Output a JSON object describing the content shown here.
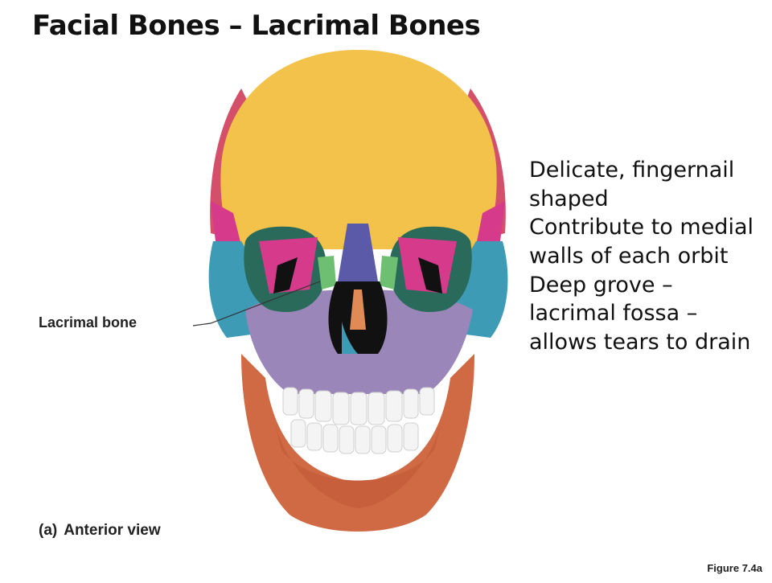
{
  "title": "Facial Bones – Lacrimal Bones",
  "labels": {
    "lacrimal_bone": "Lacrimal bone"
  },
  "caption": {
    "letter": "(a)",
    "text": "Anterior view"
  },
  "figure_ref": "Figure 7.4a",
  "notes": [
    "Delicate, fingernail shaped",
    "Contribute to medial walls of each orbit",
    "Deep grove – lacrimal fossa – allows tears to drain"
  ],
  "colors": {
    "frontal": "#f2c24a",
    "parietal": "#d4506a",
    "sphenoid": "#d63a8a",
    "zygomatic": "#3d9bb5",
    "maxilla": "#9a86b8",
    "mandible": "#d06a45",
    "nasal": "#5a5aa8",
    "lacrimal": "#6fbf73",
    "vomer": "#e08a55",
    "teeth": "#f4f4f4"
  }
}
